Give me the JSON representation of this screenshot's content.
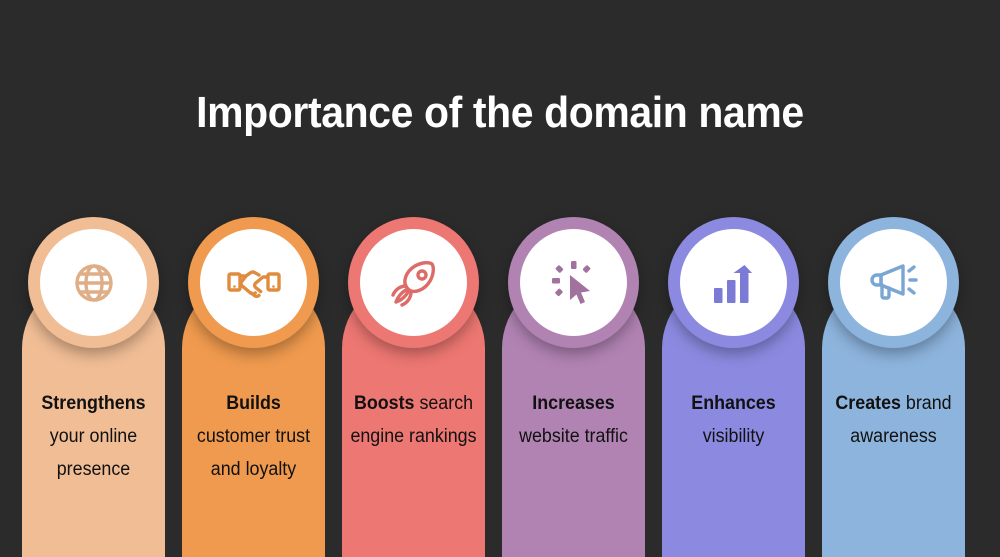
{
  "slide": {
    "title": "Importance of the domain name",
    "background_color": "#2b2b2b",
    "title_color": "#ffffff"
  },
  "columns": [
    {
      "id": "strengthens",
      "icon": "globe-icon",
      "lead": "Strengthens",
      "rest": " your online presence",
      "color": "#f0bd95",
      "icon_color": "#e0ae86",
      "text_color": "#111111"
    },
    {
      "id": "builds",
      "icon": "handshake-icon",
      "lead": "Builds",
      "rest": " customer trust and loyalty",
      "color": "#ef9a4e",
      "icon_color": "#e08c3f",
      "text_color": "#111111"
    },
    {
      "id": "boosts",
      "icon": "rocket-icon",
      "lead": "Boosts",
      "rest": " search engine rankings",
      "color": "#ed7772",
      "icon_color": "#dd6b67",
      "text_color": "#111111"
    },
    {
      "id": "increases",
      "icon": "cursor-click-icon",
      "lead": "Increases",
      "rest": " website traffic",
      "color": "#b183b3",
      "icon_color": "#a2729f",
      "text_color": "#111111"
    },
    {
      "id": "enhances",
      "icon": "bar-chart-arrow-icon",
      "lead": "Enhances",
      "rest": " visibility",
      "color": "#8b8ae0",
      "icon_color": "#7b7ad6",
      "text_color": "#111111"
    },
    {
      "id": "creates",
      "icon": "megaphone-icon",
      "lead": "Creates",
      "rest": " brand awareness",
      "color": "#8db4dd",
      "icon_color": "#7aa6d4",
      "text_color": "#111111"
    }
  ]
}
